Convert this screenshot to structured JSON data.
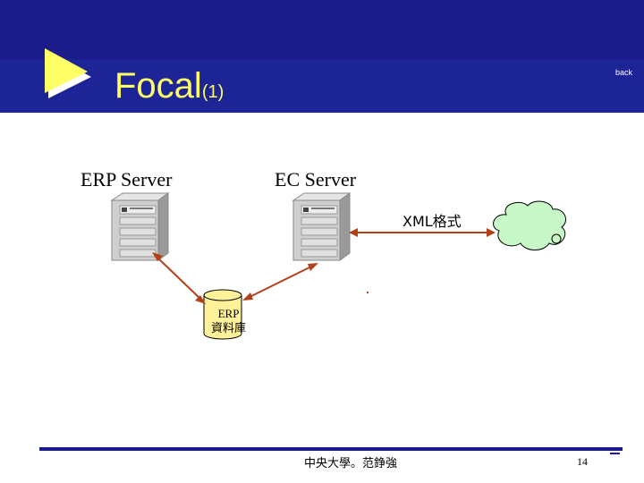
{
  "slide": {
    "title": "Focal",
    "title_suffix": "(1)",
    "back_label": "back",
    "page_number": "14",
    "footer": "中央大學。范錚強"
  },
  "diagram": {
    "erp_server_label": "ERP Server",
    "ec_server_label": "EC Server",
    "xml_label": "XML格式",
    "db_label_line1": "ERP",
    "db_label_line2": "資料庫"
  },
  "colors": {
    "header_bg": "#1b1b8a",
    "title_text": "#ffff66",
    "arrow": "#b4401a",
    "cloud": "#c8f7c8",
    "database": "#fff199",
    "footer_line": "#1b1b8a"
  }
}
